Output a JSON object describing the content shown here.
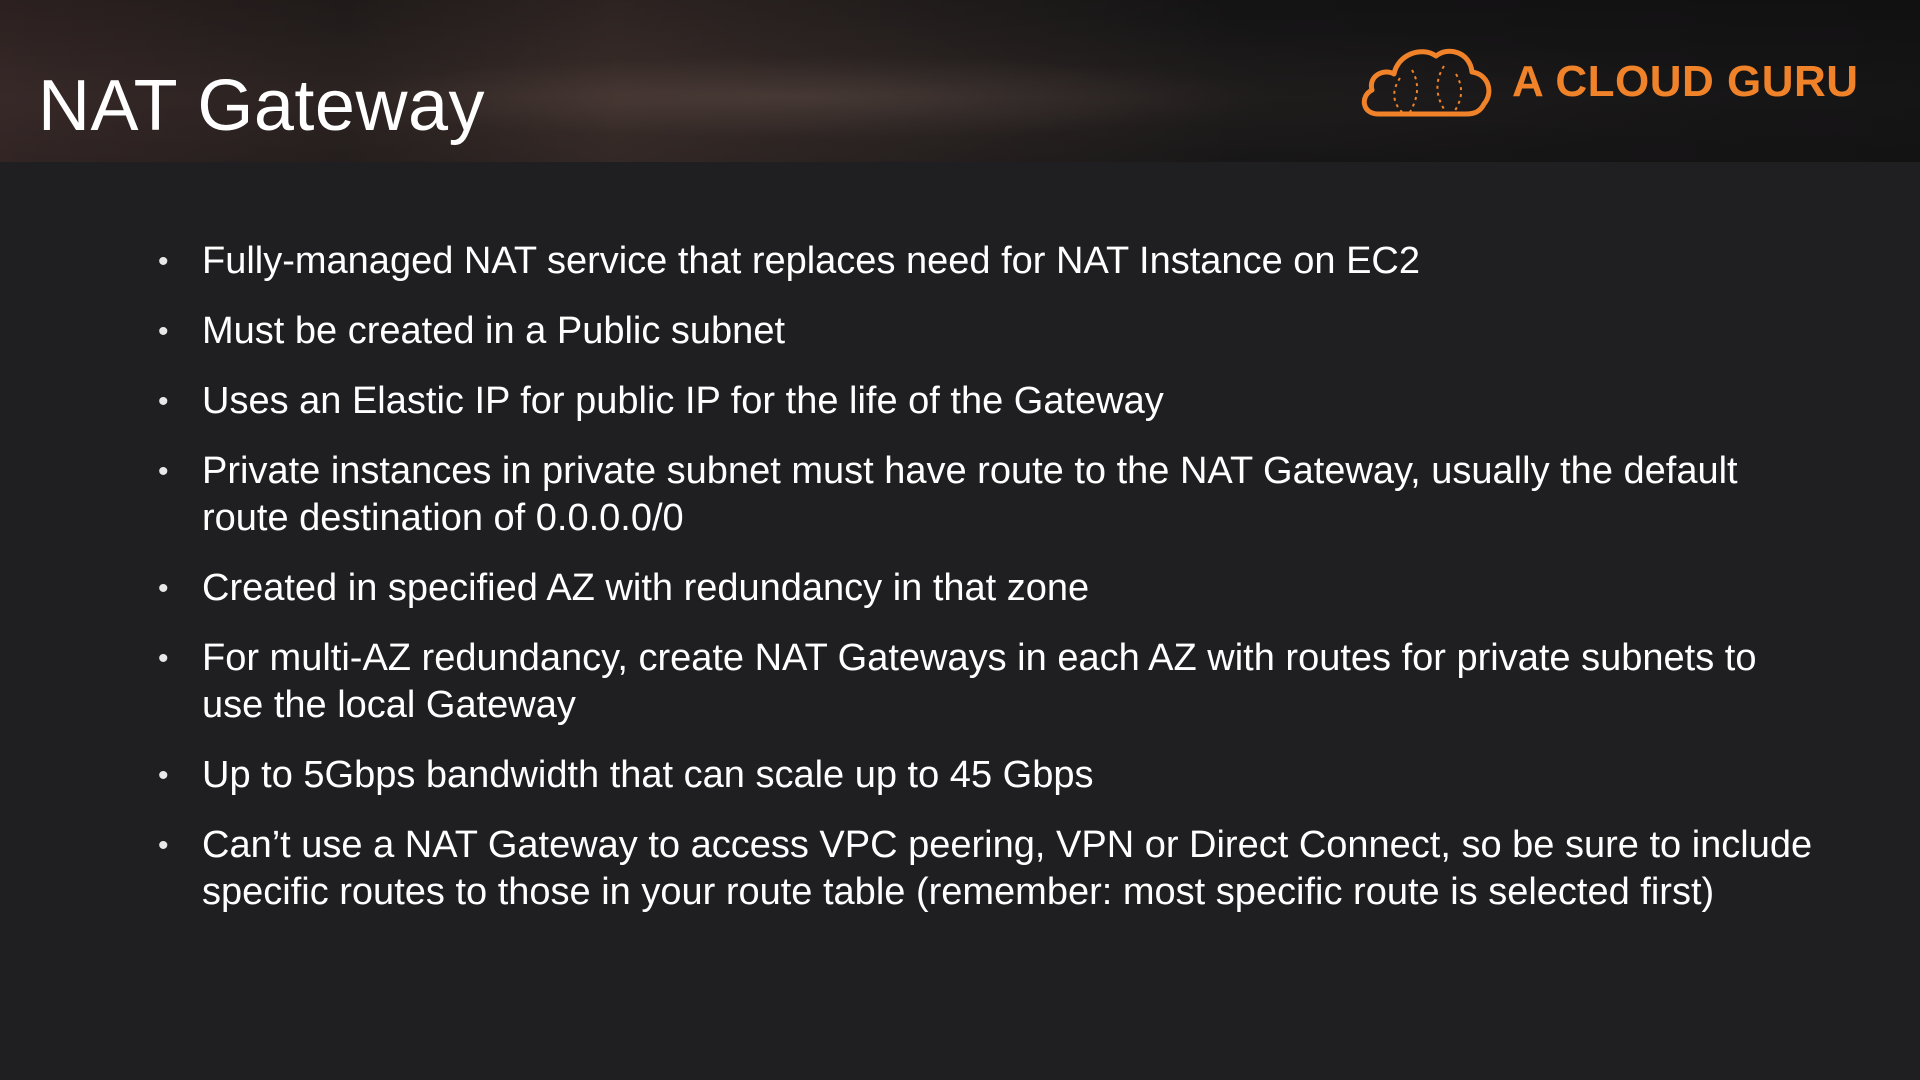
{
  "slide": {
    "title": "NAT Gateway",
    "logo": {
      "text": "A CLOUD GURU",
      "icon": "cloud-icon",
      "color": "#f08229"
    },
    "bullet_glyph": "•",
    "bullets": [
      "Fully-managed NAT service that replaces need for NAT Instance on EC2",
      "Must be created in a Public subnet",
      "Uses an Elastic IP for public IP for the life of the Gateway",
      "Private instances in private subnet must have route to the NAT Gateway, usually the default route destination of 0.0.0.0/0",
      "Created in specified AZ with redundancy in that zone",
      "For multi-AZ redundancy, create NAT Gateways in each AZ with routes for private subnets to use the local Gateway",
      "Up to 5Gbps bandwidth that can scale up to 45 Gbps",
      "Can’t use a NAT Gateway to access VPC peering, VPN or Direct Connect, so be sure to include specific routes to those in your route table  (remember: most specific route is selected first)"
    ]
  }
}
